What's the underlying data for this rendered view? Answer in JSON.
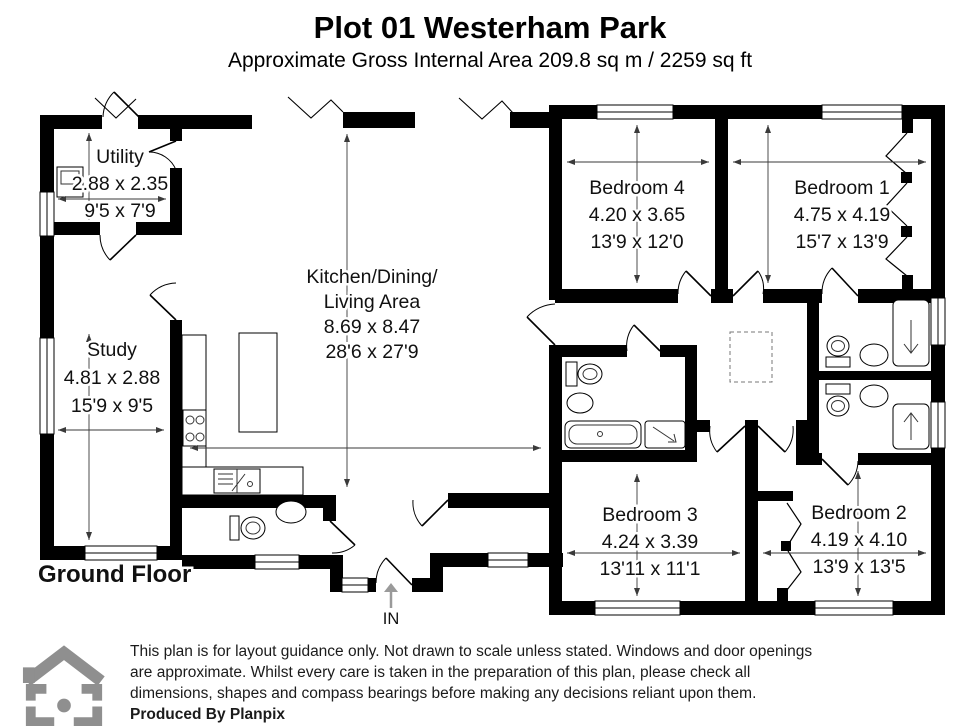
{
  "header": {
    "title": "Plot 01 Westerham Park",
    "subtitle": "Approximate Gross Internal Area 209.8 sq m / 2259 sq ft"
  },
  "plan": {
    "floor_label": "Ground Floor",
    "entrance_label": "IN",
    "rooms": {
      "utility": {
        "name": "Utility",
        "metric": "2.88 x 2.35",
        "imperial": "9'5 x 7'9"
      },
      "study": {
        "name": "Study",
        "metric": "4.81 x 2.88",
        "imperial": "15'9 x 9'5"
      },
      "kitchen": {
        "name_line1": "Kitchen/Dining/",
        "name_line2": "Living Area",
        "metric": "8.69 x 8.47",
        "imperial": "28'6 x 27'9"
      },
      "bedroom4": {
        "name": "Bedroom 4",
        "metric": "4.20 x 3.65",
        "imperial": "13'9 x 12'0"
      },
      "bedroom1": {
        "name": "Bedroom 1",
        "metric": "4.75 x 4.19",
        "imperial": "15'7 x 13'9"
      },
      "bedroom3": {
        "name": "Bedroom 3",
        "metric": "4.24 x 3.39",
        "imperial": "13'11 x 11'1"
      },
      "bedroom2": {
        "name": "Bedroom 2",
        "metric": "4.19 x 4.10",
        "imperial": "13'9 x 13'5"
      }
    }
  },
  "footer": {
    "disclaimer_line1": "This plan is for layout guidance only. Not drawn to scale unless stated. Windows and door openings",
    "disclaimer_line2": "are approximate. Whilst every care is taken in the preparation of this plan, please check all",
    "disclaimer_line3": "dimensions, shapes and compass bearings before making any decisions reliant upon them.",
    "produced_by": "Produced By Planpix"
  },
  "colors": {
    "wall": "#000000",
    "logo_gray": "#8f8f8f",
    "dim_line": "#3a3a3a"
  }
}
